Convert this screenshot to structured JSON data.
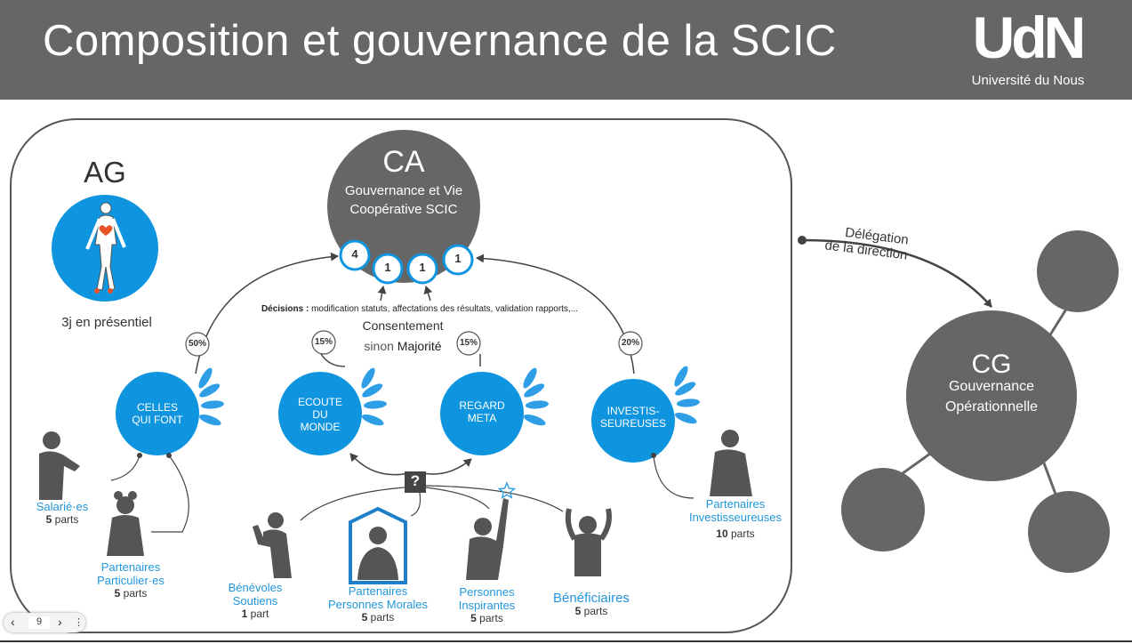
{
  "slide": {
    "title": "Composition et gouvernance de la SCIC",
    "logo_text": "UdN",
    "logo_sub": "Université du Nous"
  },
  "ag": {
    "title": "AG",
    "subtitle": "3j en présentiel"
  },
  "ca": {
    "title": "CA",
    "line1": "Gouvernance et Vie",
    "line2": "Coopérative SCIC",
    "seats": [
      "4",
      "1",
      "1",
      "1"
    ]
  },
  "decisions": {
    "label": "Décisions :",
    "text": "modification statuts, affectations des résultats, validation rapports,...",
    "rule1": "Consentement",
    "rule2_prefix": "sinon ",
    "rule2": "Majorité"
  },
  "colleges": [
    {
      "line1": "CELLES",
      "line2": "QUI FONT",
      "line3": "",
      "weight": "50%"
    },
    {
      "line1": "ECOUTE",
      "line2": "DU",
      "line3": "MONDE",
      "weight": "15%"
    },
    {
      "line1": "REGARD",
      "line2": "META",
      "line3": "",
      "weight": "15%"
    },
    {
      "line1": "INVESTIS-",
      "line2": "SEUREUSES",
      "line3": "",
      "weight": "20%"
    }
  ],
  "members": [
    {
      "line1": "Salarié·es",
      "line2": "",
      "parts": "5",
      "unit": "parts"
    },
    {
      "line1": "Partenaires",
      "line2": "Particulier·es",
      "parts": "5",
      "unit": "parts"
    },
    {
      "line1": "Bénévoles",
      "line2": "Soutiens",
      "parts": "1",
      "unit": "part"
    },
    {
      "line1": "Partenaires",
      "line2": "Personnes Morales",
      "parts": "5",
      "unit": "parts"
    },
    {
      "line1": "Personnes",
      "line2": "Inspirantes",
      "parts": "5",
      "unit": "parts"
    },
    {
      "line1": "Bénéficiaires",
      "line2": "",
      "parts": "5",
      "unit": "parts"
    },
    {
      "line1": "Partenaires",
      "line2": "Investisseureuses",
      "parts": "10",
      "unit": "parts"
    }
  ],
  "question_mark": "?",
  "delegation": {
    "line1": "Délégation",
    "line2": "de la direction"
  },
  "cg": {
    "title": "CG",
    "line1": "Gouvernance",
    "line2": "Opérationnelle"
  },
  "nav": {
    "prev": "‹",
    "page": "9",
    "next": "›",
    "more": "⋮"
  },
  "colors": {
    "blue": "#0f95e0",
    "dark_gray": "#666666",
    "header": "#666666",
    "leaf": "#2e9ee6"
  }
}
